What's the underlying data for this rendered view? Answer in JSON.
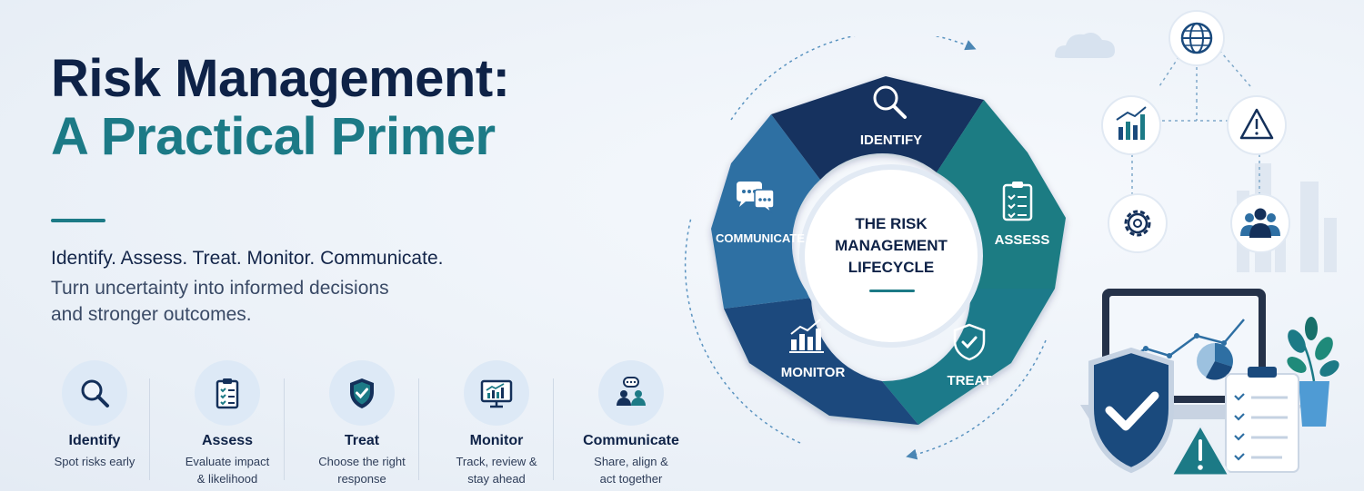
{
  "header": {
    "title_line1": "Risk Management:",
    "title_line2": "A Practical Primer",
    "tagline": "Identify. Assess. Treat. Monitor. Communicate.",
    "subtitle_line1": "Turn uncertainty into informed decisions",
    "subtitle_line2": "and stronger outcomes."
  },
  "steps": [
    {
      "name": "Identify",
      "desc_line1": "Spot risks early",
      "desc_line2": "",
      "icon": "magnifier-icon"
    },
    {
      "name": "Assess",
      "desc_line1": "Evaluate impact",
      "desc_line2": "& likelihood",
      "icon": "clipboard-checklist-icon"
    },
    {
      "name": "Treat",
      "desc_line1": "Choose the right",
      "desc_line2": "response",
      "icon": "shield-check-icon"
    },
    {
      "name": "Monitor",
      "desc_line1": "Track, review &",
      "desc_line2": "stay ahead",
      "icon": "monitor-chart-icon"
    },
    {
      "name": "Communicate",
      "desc_line1": "Share, align &",
      "desc_line2": "act together",
      "icon": "people-chat-icon"
    }
  ],
  "wheel": {
    "center_line1": "THE RISK",
    "center_line2": "MANAGEMENT",
    "center_line3": "LIFECYCLE",
    "segments": {
      "identify": "IDENTIFY",
      "assess": "ASSESS",
      "treat": "TREAT",
      "monitor": "MONITOR",
      "communicate": "COMMUNICATE"
    }
  },
  "colors": {
    "navy": "#0e2247",
    "teal": "#1c7a86",
    "identify": "#13335f",
    "assess": "#1b7c83",
    "treat": "#1f7a8a",
    "monitor": "#1a4a7d",
    "communicate": "#2e6fa3"
  },
  "network_icons": [
    "globe-icon",
    "chart-up-icon",
    "warning-icon",
    "gear-icon",
    "team-icon"
  ]
}
